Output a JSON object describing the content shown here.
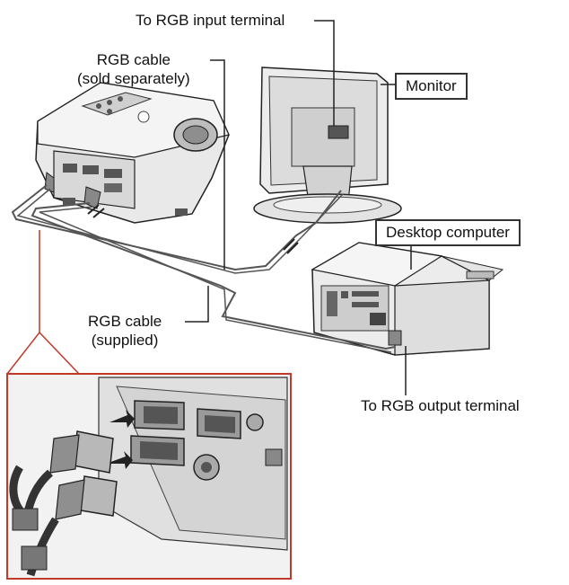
{
  "labels": {
    "rgb_input": "To RGB input terminal",
    "rgb_cable_sold_line1": "RGB cable",
    "rgb_cable_sold_line2": "(sold separately)",
    "monitor": "Monitor",
    "desktop_computer": "Desktop computer",
    "rgb_cable_supplied_line1": "RGB cable",
    "rgb_cable_supplied_line2": "(supplied)",
    "rgb_output": "To RGB output terminal"
  },
  "colors": {
    "line": "#222222",
    "callout": "#c0392b",
    "device_fill": "#e8e8e8",
    "device_dark": "#7a7a7a",
    "cable": "#555555"
  }
}
